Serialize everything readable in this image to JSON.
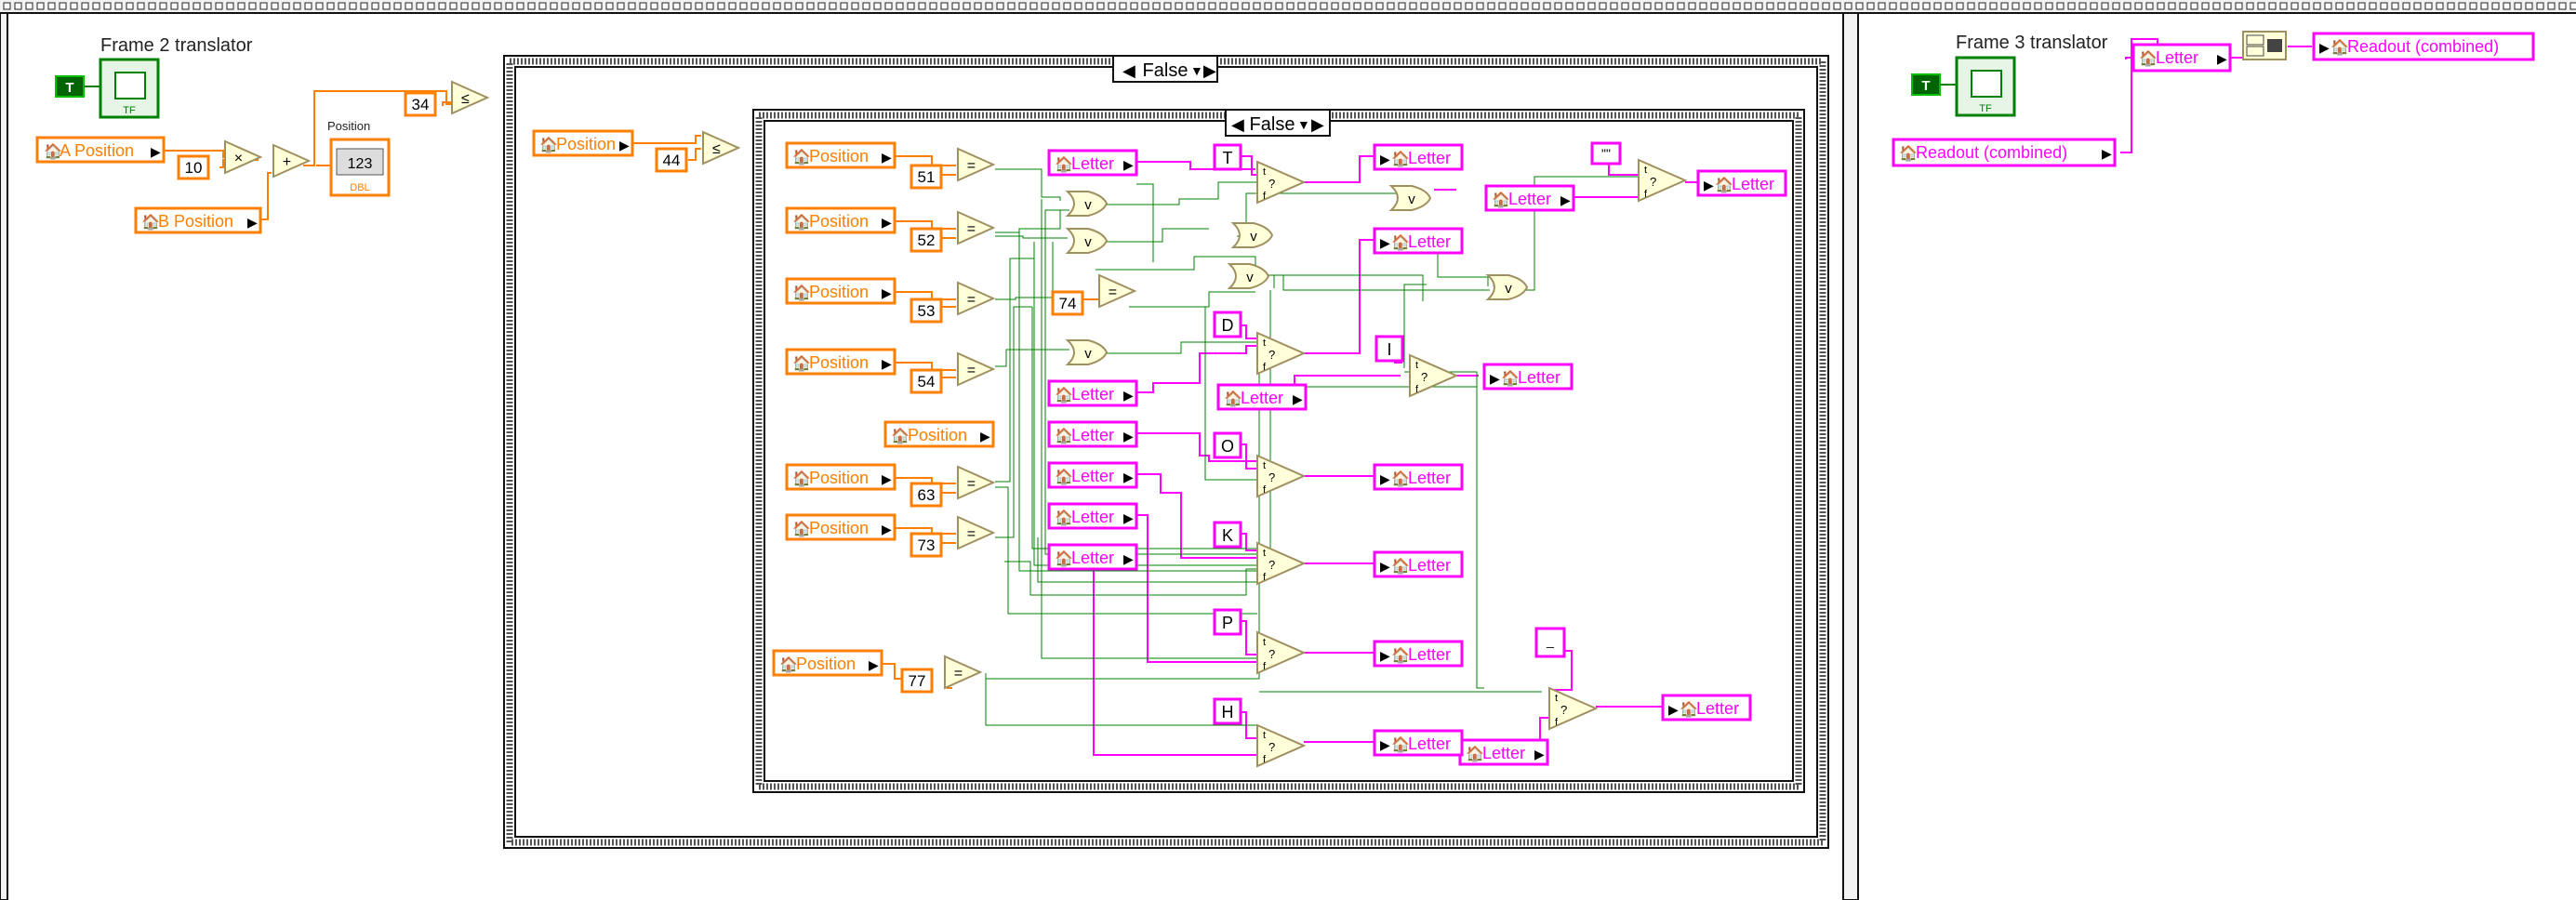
{
  "frames": [
    {
      "label": "Frame 2 translator",
      "bool_const": "T",
      "terminal_glyph": "TF"
    },
    {
      "label": "Frame 3 translator",
      "bool_const": "T",
      "terminal_glyph": "TF"
    }
  ],
  "locals": {
    "a_position": "A Position",
    "b_position": "B Position",
    "position": "Position",
    "letter": "Letter",
    "readout_combined": "Readout (combined)"
  },
  "indicator": {
    "label": "Position",
    "glyph": "123",
    "type_tag": "DBL"
  },
  "constants": {
    "ten": "10",
    "thirty_four": "34",
    "forty_four": "44",
    "compare_values": [
      "51",
      "52",
      "53",
      "54",
      "63",
      "73",
      "74",
      "77"
    ],
    "letters": [
      "T",
      "D",
      "I",
      "O",
      "K",
      "P",
      "H"
    ],
    "string_quote": "\"\"",
    "string_empty": "_"
  },
  "case_structures": [
    {
      "selector": "False"
    },
    {
      "selector": "False"
    }
  ],
  "operators": {
    "multiply": "×",
    "add": "+",
    "less_equal": "≤",
    "equal": "=",
    "or": "v"
  },
  "colors": {
    "numeric_wire": "#ff7f00",
    "string_wire": "#ff00ff",
    "bool_wire": "#008000",
    "node_fill": "#ffffd9",
    "node_border": "#a09060"
  }
}
